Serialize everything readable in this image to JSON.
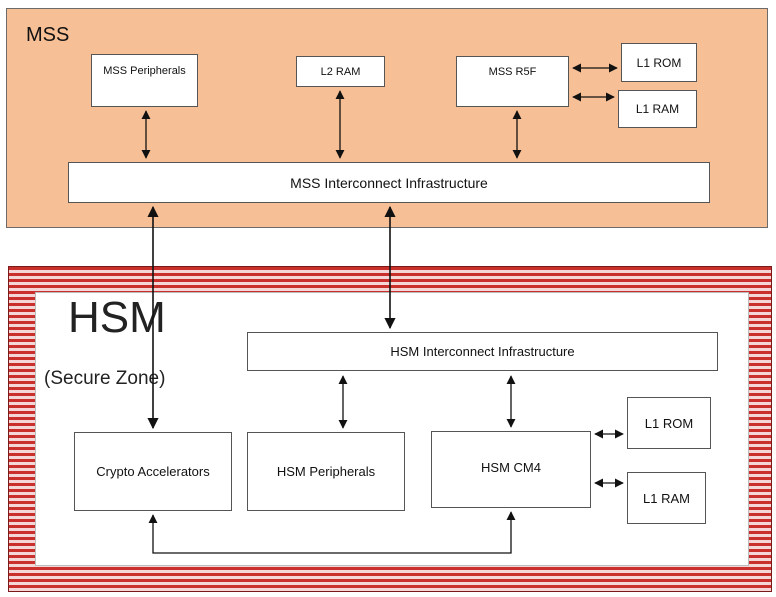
{
  "mss": {
    "title": "MSS",
    "peripherals": "MSS Peripherals",
    "l2ram": "L2 RAM",
    "r5f": "MSS R5F",
    "l1rom": "L1 ROM",
    "l1ram": "L1 RAM",
    "interconnect": "MSS Interconnect  Infrastructure"
  },
  "hsm": {
    "title": "HSM",
    "subtitle": "(Secure Zone)",
    "interconnect": "HSM Interconnect Infrastructure",
    "crypto": "Crypto Accelerators",
    "peripherals": "HSM Peripherals",
    "cm4": "HSM CM4",
    "l1rom": "L1 ROM",
    "l1ram": "L1 RAM"
  }
}
